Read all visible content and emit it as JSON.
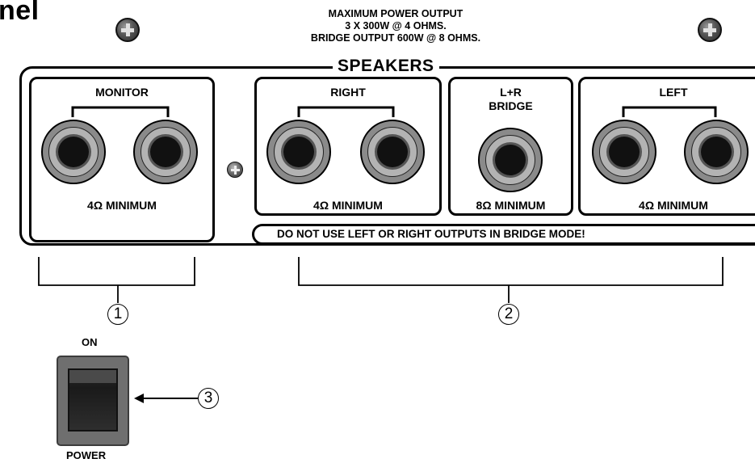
{
  "header": {
    "title_fragment": "nel",
    "spec_lines": [
      "MAXIMUM POWER OUTPUT",
      "3 X 300W @ 4 OHMS.",
      "BRIDGE OUTPUT 600W @ 8 OHMS."
    ]
  },
  "panel": {
    "speakers_label": "SPEAKERS",
    "groups": {
      "monitor": {
        "label": "MONITOR",
        "rating": "4Ω MINIMUM"
      },
      "right": {
        "label": "RIGHT",
        "rating": "4Ω MINIMUM"
      },
      "bridge": {
        "label_line1": "L+R",
        "label_line2": "BRIDGE",
        "rating": "8Ω MINIMUM"
      },
      "left": {
        "label": "LEFT",
        "rating": "4Ω MINIMUM"
      }
    },
    "warning": "DO NOT USE LEFT OR RIGHT OUTPUTS IN BRIDGE MODE!"
  },
  "callouts": [
    "1",
    "2",
    "3"
  ],
  "power_switch": {
    "on_label": "ON",
    "power_label": "POWER"
  }
}
